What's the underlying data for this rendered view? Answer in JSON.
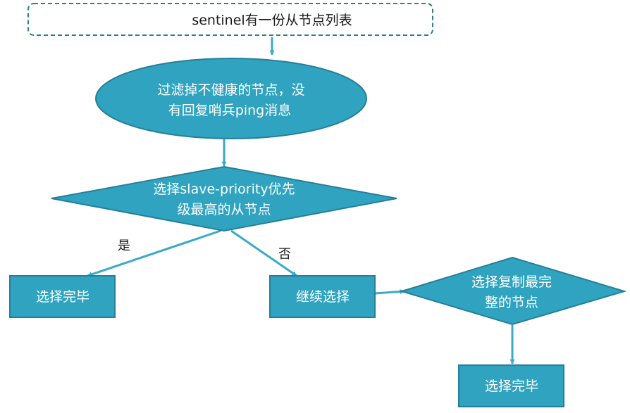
{
  "colors": {
    "fill": "#2FA3BF",
    "stroke": "#267F99",
    "arrow": "#3AAAC8",
    "start_border": "#2E7D8F",
    "page_bg": "#FFFFFF"
  },
  "nodes": {
    "start": {
      "text": "sentinel有一份从节点列表"
    },
    "filter": {
      "line1": "过滤掉不健康的节点，没",
      "line2": "有回复哨兵ping消息"
    },
    "priority": {
      "line1": "选择slave-priority优先",
      "line2": "级最高的从节点"
    },
    "done_left": {
      "text": "选择完毕"
    },
    "continue": {
      "text": "继续选择"
    },
    "replication": {
      "line1": "选择复制最完",
      "line2": "整的节点"
    },
    "done_bottom": {
      "text": "选择完毕"
    }
  },
  "edges": {
    "yes_label": "是",
    "no_label": "否"
  }
}
